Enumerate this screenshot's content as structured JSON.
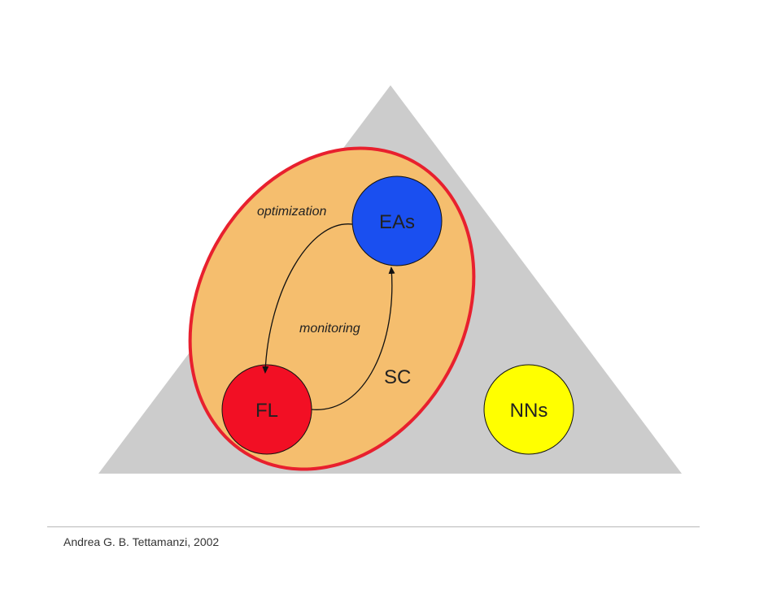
{
  "diagram": {
    "nodes": {
      "eas": {
        "label": "EAs",
        "color": "#1a4ff0"
      },
      "fl": {
        "label": "FL",
        "color": "#f20f24"
      },
      "nns": {
        "label": "NNs",
        "color": "#ffff00"
      }
    },
    "region": {
      "label": "SC",
      "fill": "#f5be6e",
      "stroke": "#e8202e"
    },
    "triangle": {
      "fill": "#cccccc"
    },
    "edges": {
      "optimization": {
        "label": "optimization",
        "from": "EAs",
        "to": "FL"
      },
      "monitoring": {
        "label": "monitoring",
        "from": "FL",
        "to": "EAs"
      }
    }
  },
  "footer": {
    "credit": "Andrea G. B. Tettamanzi, 2002"
  }
}
